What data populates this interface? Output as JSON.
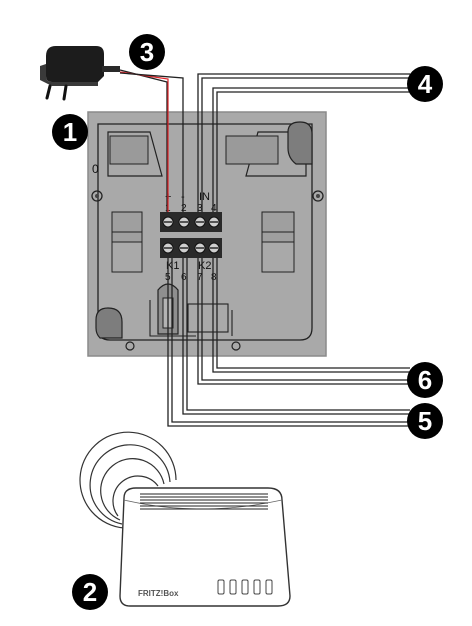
{
  "callouts": {
    "c1": "1",
    "c2": "2",
    "c3": "3",
    "c4": "4",
    "c5": "5",
    "c6": "6"
  },
  "plate": {
    "side_mark": "0"
  },
  "terminals": {
    "top_labels": [
      "+",
      "-",
      "IN"
    ],
    "top_numbers": [
      "1",
      "2",
      "3",
      "4"
    ],
    "bottom_labels": [
      "K1",
      "K2"
    ],
    "bottom_numbers": [
      "5",
      "6",
      "7",
      "8"
    ]
  },
  "device": {
    "brand": "FRITZ!Box"
  },
  "colors": {
    "plate": "#a9a9a9",
    "plate_border": "#8a8a8a",
    "outline": "#222222",
    "power_wire": "#e0242a",
    "callout_fill": "#000000"
  }
}
